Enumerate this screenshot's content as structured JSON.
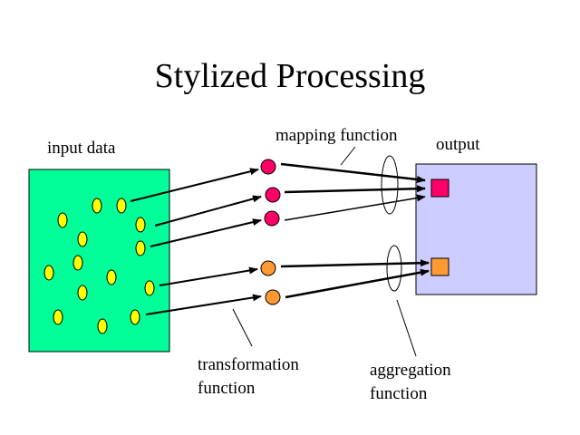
{
  "title": "Stylized Processing",
  "labels": {
    "input_data": "input data",
    "mapping_function": "mapping function",
    "output": "output",
    "transformation_line1": "transformation",
    "transformation_line2": "function",
    "aggregation_line1": "aggregation",
    "aggregation_line2": "function"
  },
  "colors": {
    "input_box": "#00FF99",
    "output_box": "#CCCCFF",
    "input_item": "#FFFF00",
    "mapped_pink": "#FF0066",
    "mapped_orange": "#FF9933"
  }
}
